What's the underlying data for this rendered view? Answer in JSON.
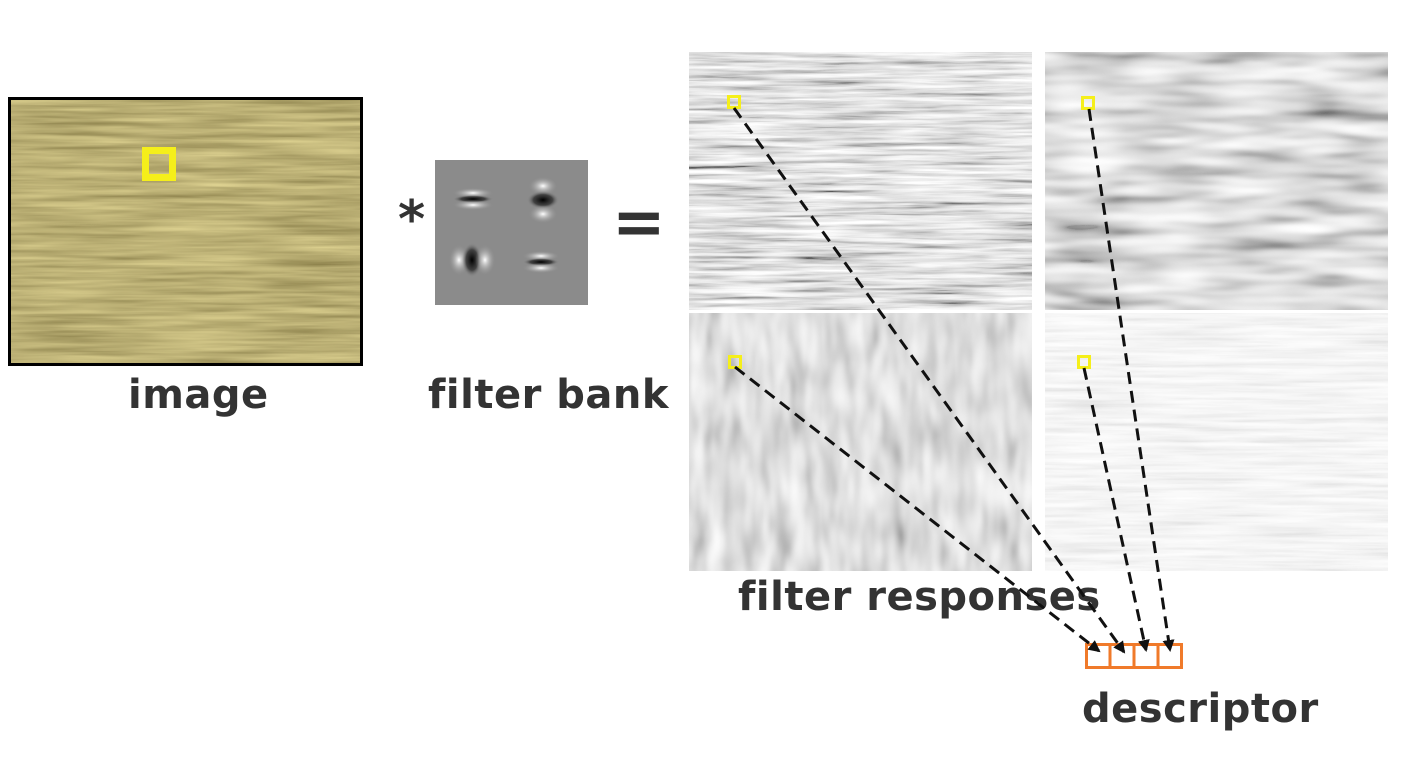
{
  "labels": {
    "image": "image",
    "filter_bank": "filter bank",
    "filter_responses": "filter responses",
    "descriptor": "descriptor"
  },
  "operators": {
    "convolve": "*",
    "equals": "="
  },
  "colors": {
    "highlight": "#f5ef1a",
    "descriptor_box": "#f07a2a",
    "text": "#333333",
    "arrow": "#111111"
  },
  "descriptor_cells": 4
}
